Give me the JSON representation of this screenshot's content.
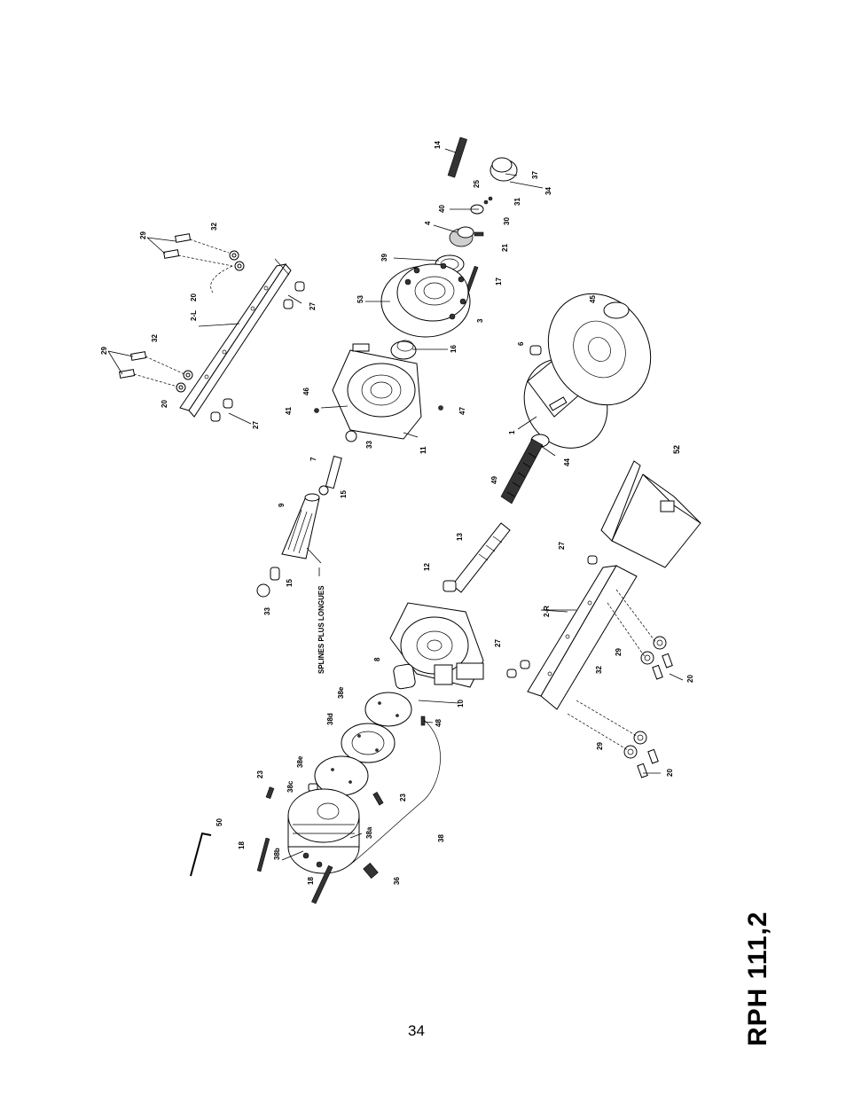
{
  "diagram": {
    "part_labels": {
      "p14": "14",
      "p25": "25",
      "p37": "37",
      "p34": "34",
      "p40": "40",
      "p30": "30",
      "p31": "31",
      "p4": "4",
      "p21": "21",
      "p39": "39",
      "p17": "17",
      "p53": "53",
      "p3": "3",
      "p45": "45",
      "p16": "16",
      "p6": "6",
      "p46": "46",
      "p41": "41",
      "p47": "47",
      "p33a": "33",
      "p11": "11",
      "p1": "1",
      "p7": "7",
      "p44": "44",
      "p15a": "15",
      "p9": "9",
      "p49": "49",
      "p52": "52",
      "p13": "13",
      "p12": "12",
      "p27a": "27",
      "p15b": "15",
      "p33b": "33",
      "p2R": "2-R",
      "p27b": "27",
      "p8": "8",
      "p29a": "29",
      "p32a": "32",
      "p20a": "20",
      "p38e1": "38e",
      "p10": "10",
      "p48": "48",
      "p38d": "38d",
      "p29b": "29",
      "p20b": "20",
      "p38e2": "38e",
      "p23a": "23",
      "p38c": "38c",
      "p23b": "23",
      "p38a": "38a",
      "p50": "50",
      "p18a": "18",
      "p38b": "38b",
      "p38": "38",
      "p18b": "18",
      "p36": "36",
      "p29c": "29",
      "p32c": "32",
      "p20c": "20",
      "p2L": "2-L",
      "p27c": "27",
      "p29d": "29",
      "p32d": "32",
      "p20d": "20",
      "p27d": "27"
    },
    "note_splines": "SPLINES PLUS LONGUES"
  },
  "page": {
    "model_title": "RPH 111,2",
    "page_number": "34"
  }
}
